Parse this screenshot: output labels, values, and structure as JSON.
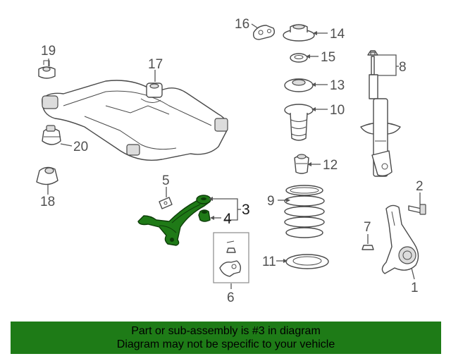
{
  "banner": {
    "line1": "Part or sub-assembly is #3 in diagram",
    "line2": "Diagram may not be specific to your vehicle"
  },
  "callouts": {
    "c1": "1",
    "c2": "2",
    "c3": "3",
    "c4": "4",
    "c5": "5",
    "c6": "6",
    "c7": "7",
    "c8": "8",
    "c9": "9",
    "c10": "10",
    "c11": "11",
    "c12": "12",
    "c13": "13",
    "c14": "14",
    "c15": "15",
    "c16": "16",
    "c17": "17",
    "c18": "18",
    "c19": "19",
    "c20": "20"
  },
  "colors": {
    "highlight": "#1f7a17",
    "banner": "#1e7b17"
  }
}
